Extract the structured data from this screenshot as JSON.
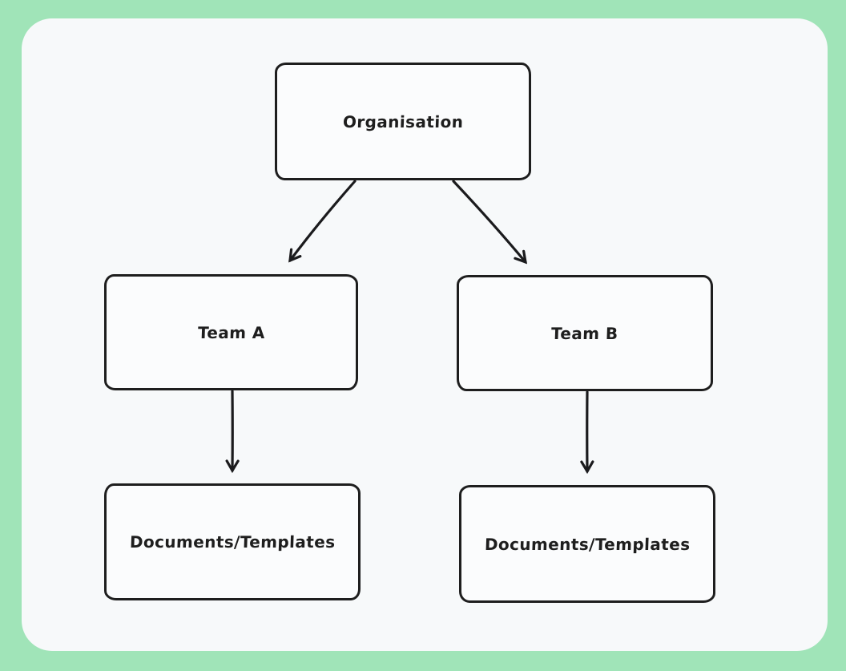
{
  "canvas": {
    "frame_color": "#a0e4b8",
    "background_color": "#f7f9fa",
    "stroke_color": "#1e1e1e"
  },
  "diagram": {
    "type": "org-chart",
    "style": "hand-drawn",
    "nodes": [
      {
        "id": "organisation",
        "label": "Organisation"
      },
      {
        "id": "team-a",
        "label": "Team A"
      },
      {
        "id": "team-b",
        "label": "Team B"
      },
      {
        "id": "docs-a",
        "label": "Documents/Templates"
      },
      {
        "id": "docs-b",
        "label": "Documents/Templates"
      }
    ],
    "edges": [
      {
        "from": "organisation",
        "to": "team-a",
        "arrow": "end"
      },
      {
        "from": "organisation",
        "to": "team-b",
        "arrow": "end"
      },
      {
        "from": "team-a",
        "to": "docs-a",
        "arrow": "end"
      },
      {
        "from": "team-b",
        "to": "docs-b",
        "arrow": "end"
      }
    ]
  }
}
